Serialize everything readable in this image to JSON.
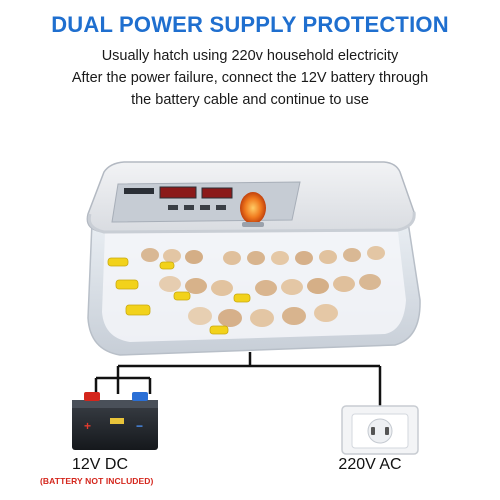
{
  "header": {
    "title": "DUAL POWER SUPPLY PROTECTION",
    "line1": "Usually hatch using 220v household electricity",
    "line2": "After the power failure, connect the 12V battery through",
    "line3": "the battery cable and continue to use"
  },
  "battery": {
    "label": "12V DC",
    "note": "(BATTERY NOT INCLUDED)"
  },
  "outlet": {
    "label": "220V AC"
  },
  "colors": {
    "title": "#1f6fcf",
    "note": "#d4261c",
    "wire": "#111111",
    "positive_terminal": "#d4261c",
    "negative_terminal": "#2a6fd6"
  },
  "icons": {
    "incubator": "egg-incubator-image",
    "battery": "car-battery-icon",
    "outlet": "wall-outlet-icon"
  }
}
